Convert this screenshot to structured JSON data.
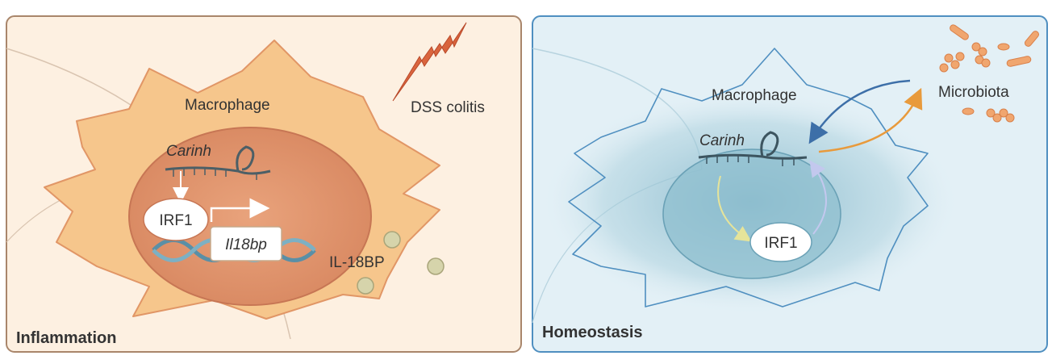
{
  "left_panel": {
    "caption": "Inflammation",
    "cell_label": "Macrophage",
    "trigger_label": "DSS colitis",
    "lncrna_label": "Carinh",
    "tf_label": "IRF1",
    "gene_label": "Il18bp",
    "protein_label": "IL-18BP",
    "colors": {
      "background": "#fdf0e1",
      "border": "#a9866b",
      "cell": "#f6c68c",
      "nucleus": "#d98b68"
    }
  },
  "right_panel": {
    "caption": "Homeostasis",
    "cell_label": "Macrophage",
    "lncrna_label": "Carinh",
    "tf_label": "IRF1",
    "microbe_label": "Microbiota",
    "colors": {
      "background": "#e3f0f6",
      "border": "#4f8fc0",
      "nucleus": "#8fbfcf",
      "blue_arrow": "#3d6fa8",
      "orange_arrow": "#e89a3c"
    }
  }
}
